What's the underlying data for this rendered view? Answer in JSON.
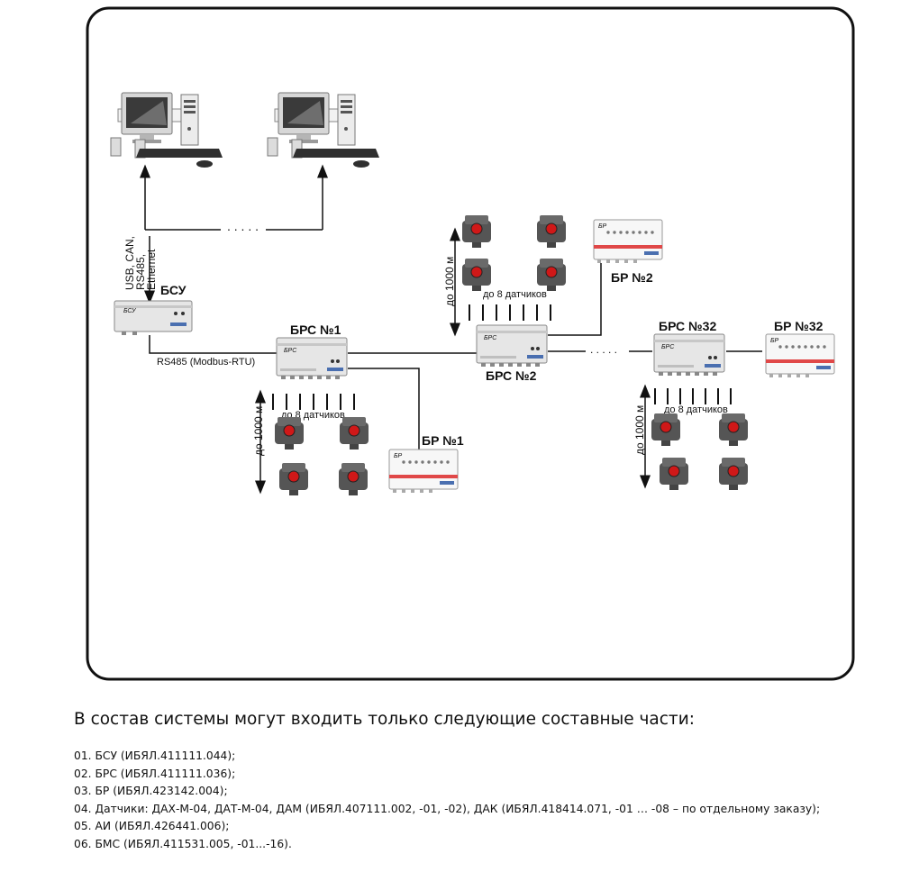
{
  "diagram": {
    "interface_label": [
      "USB, CAN,",
      "RS485,",
      "Ethernet"
    ],
    "ellipsis_label": ". . . . .",
    "bsu_label": "БСУ",
    "bsu_faceplate": "БСУ",
    "bus_label": "RS485 (Modbus-RTU)",
    "brs1_label": "БРС №1",
    "brs2_label": "БРС №2",
    "brs32_label": "БРС №32",
    "br1_label": "БР №1",
    "br2_label": "БР №2",
    "br32_label": "БР №32",
    "brs_faceplate": "БРС",
    "br_faceplate": "БР",
    "up_to_8_sensors": "до 8 датчиков",
    "distance_label": "до 1000 м"
  },
  "caption": "В состав системы могут входить только следующие составные части:",
  "parts": [
    "01. БСУ (ИБЯЛ.411111.044);",
    "02. БРС (ИБЯЛ.411111.036);",
    "03. БР (ИБЯЛ.423142.004);",
    "04. Датчики: ДАХ-М-04, ДАТ-М-04, ДАМ (ИБЯЛ.407111.002, -01, -02), ДАК (ИБЯЛ.418414.071, -01 … -08 – по отдельному заказу);",
    "05. АИ (ИБЯЛ.426441.006);",
    "06. БМС (ИБЯЛ.411531.005, -01...-16)."
  ],
  "colors": {
    "frame": "#111111",
    "device_body": "#e6e6e6",
    "sensor_body": "#555555",
    "sensor_cap": "#d01818",
    "br_stripe": "#e04848"
  }
}
